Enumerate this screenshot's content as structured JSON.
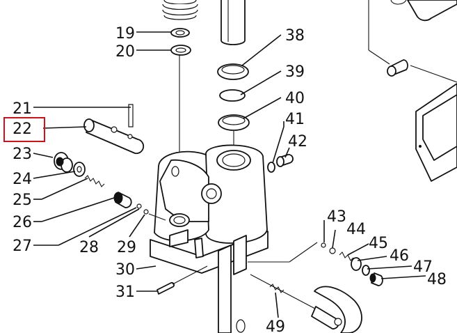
{
  "callouts": [
    {
      "id": "19",
      "text": "19"
    },
    {
      "id": "20",
      "text": "20"
    },
    {
      "id": "21",
      "text": "21"
    },
    {
      "id": "22",
      "text": "22"
    },
    {
      "id": "23",
      "text": "23"
    },
    {
      "id": "24",
      "text": "24"
    },
    {
      "id": "25",
      "text": "25"
    },
    {
      "id": "26",
      "text": "26"
    },
    {
      "id": "27",
      "text": "27"
    },
    {
      "id": "28",
      "text": "28"
    },
    {
      "id": "29",
      "text": "29"
    },
    {
      "id": "30",
      "text": "30"
    },
    {
      "id": "31",
      "text": "31"
    },
    {
      "id": "38",
      "text": "38"
    },
    {
      "id": "39",
      "text": "39"
    },
    {
      "id": "40",
      "text": "40"
    },
    {
      "id": "41",
      "text": "41"
    },
    {
      "id": "42",
      "text": "42"
    },
    {
      "id": "43",
      "text": "43"
    },
    {
      "id": "44",
      "text": "44"
    },
    {
      "id": "45",
      "text": "45"
    },
    {
      "id": "46",
      "text": "46"
    },
    {
      "id": "47",
      "text": "47"
    },
    {
      "id": "48",
      "text": "48"
    },
    {
      "id": "49",
      "text": "49"
    }
  ],
  "highlighted_callout": "22",
  "colors": {
    "line": "#111111",
    "background": "#ffffff",
    "highlight": "#d0111c"
  }
}
